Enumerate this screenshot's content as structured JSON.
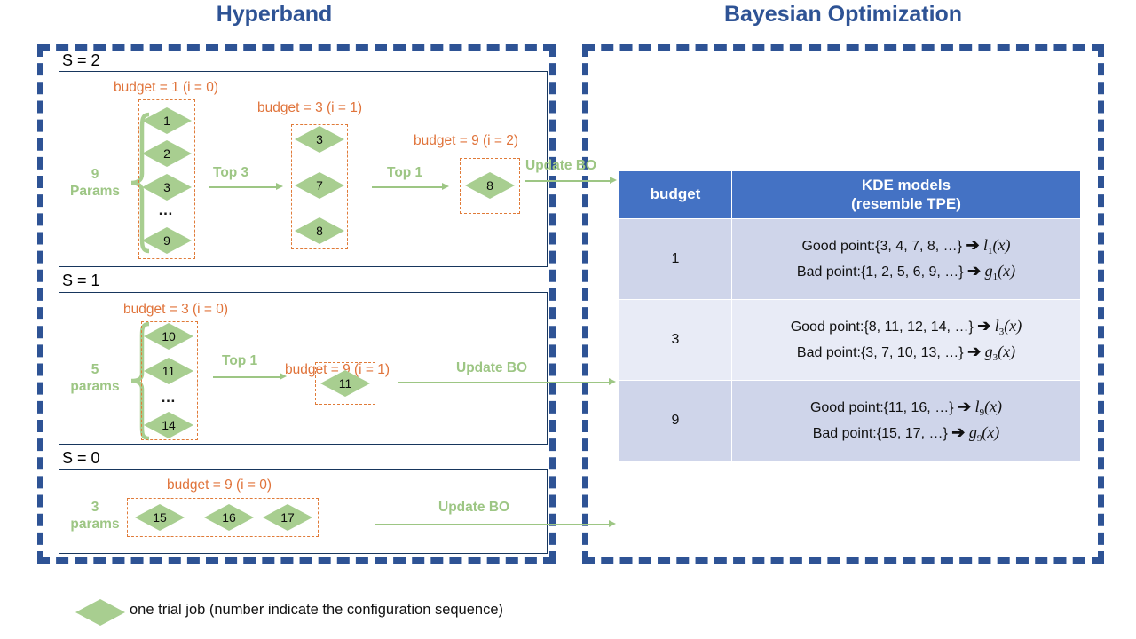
{
  "headings": {
    "left_title": "Hyperband",
    "right_title": "Bayesian Optimization"
  },
  "hyperband": {
    "brackets": [
      {
        "s_label": "S = 2",
        "params_line1": "9",
        "params_line2": "Params",
        "stages": [
          {
            "budget_label": "budget = 1 (i = 0)",
            "items": [
              "1",
              "2",
              "3",
              "…",
              "9"
            ]
          },
          {
            "budget_label": "budget = 3 (i = 1)",
            "items": [
              "3",
              "7",
              "8"
            ]
          },
          {
            "budget_label": "budget = 9 (i = 2)",
            "items": [
              "8"
            ]
          }
        ],
        "transitions": [
          "Top 3",
          "Top 1"
        ],
        "update_label": "Update BO"
      },
      {
        "s_label": "S = 1",
        "params_line1": "5",
        "params_line2": "params",
        "stages": [
          {
            "budget_label": "budget = 3 (i = 0)",
            "items": [
              "10",
              "11",
              "…",
              "14"
            ]
          },
          {
            "budget_label": "budget = 9 (i = 1)",
            "items": [
              "11"
            ]
          }
        ],
        "transitions": [
          "Top 1"
        ],
        "update_label": "Update BO"
      },
      {
        "s_label": "S = 0",
        "params_line1": "3",
        "params_line2": "params",
        "stages": [
          {
            "budget_label": "budget = 9 (i = 0)",
            "items": [
              "15",
              "16",
              "17"
            ]
          }
        ],
        "transitions": [],
        "update_label": "Update BO"
      }
    ]
  },
  "bo_table": {
    "headers": {
      "budget": "budget",
      "kde_line1": "KDE models",
      "kde_line2": "(resemble TPE)"
    },
    "rows": [
      {
        "budget": "1",
        "good_prefix": "Good point:{3, 4, 7, 8, …}",
        "good_arrow": "➔",
        "good_fn": "l",
        "good_sub": "1",
        "good_arg": "(x)",
        "bad_prefix": "Bad point:{1, 2, 5, 6, 9, …}",
        "bad_arrow": "➔",
        "bad_fn": "g",
        "bad_sub": "1",
        "bad_arg": "(x)"
      },
      {
        "budget": "3",
        "good_prefix": "Good point:{8, 11, 12, 14, …}",
        "good_arrow": "➔",
        "good_fn": "l",
        "good_sub": "3",
        "good_arg": "(x)",
        "bad_prefix": "Bad point:{3, 7, 10, 13, …}",
        "bad_arrow": "➔",
        "bad_fn": "g",
        "bad_sub": "3",
        "bad_arg": "(x)"
      },
      {
        "budget": "9",
        "good_prefix": "Good point:{11, 16, …}",
        "good_arrow": "➔",
        "good_fn": "l",
        "good_sub": "9",
        "good_arg": "(x)",
        "bad_prefix": "Bad point:{15, 17, …}",
        "bad_arrow": "➔",
        "bad_fn": "g",
        "bad_sub": "9",
        "bad_arg": "(x)"
      }
    ]
  },
  "legend": {
    "text": "one trial job (number indicate the configuration sequence)"
  },
  "colors": {
    "navy": "#2E5395",
    "diamond_green": "#A8CE90",
    "accent_green": "#9DC684",
    "orange": "#E0733A",
    "table_header_blue": "#4472C4",
    "row_dark": "#CFD5EA",
    "row_light": "#E8EBF6"
  }
}
